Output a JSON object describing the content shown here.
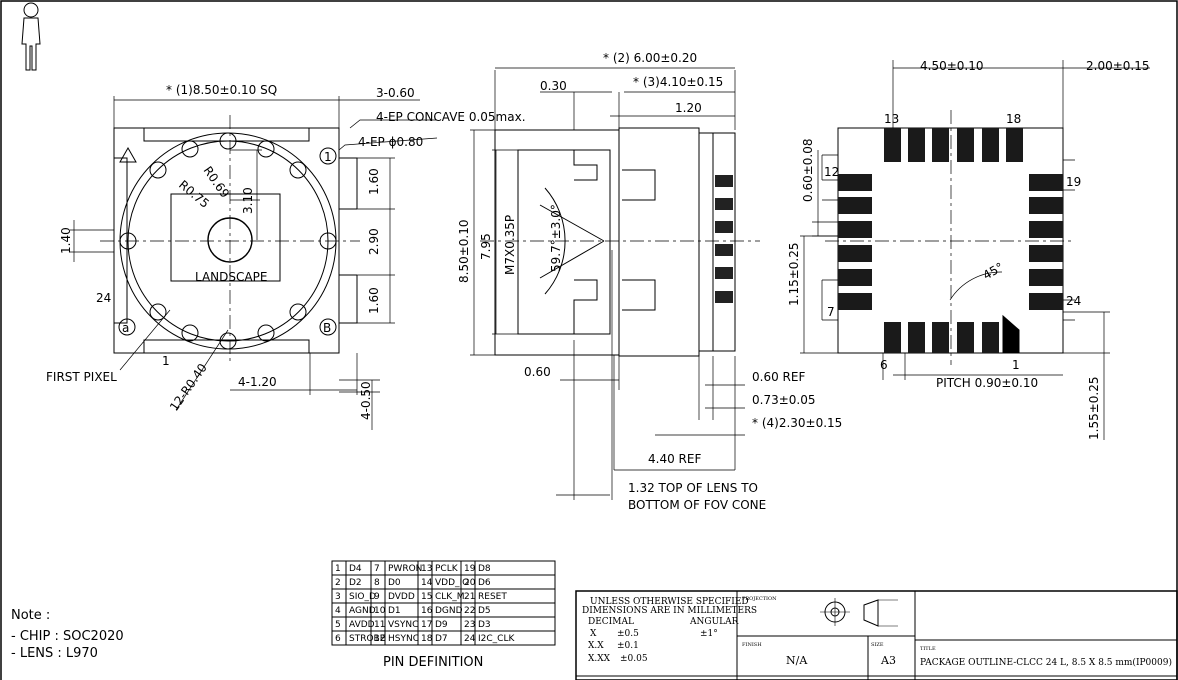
{
  "front_view": {
    "size_sq": "* (1)8.50±0.10 SQ",
    "ep_small": "3-0.60",
    "ep_concave": "4-EP CONCAVE 0.05max.",
    "ep_dia": "4-EP ϕ0.80",
    "r069": "R0.69",
    "r075": "R0.75",
    "d310": "3.10",
    "d160a": "1.60",
    "d290": "2.90",
    "d160b": "1.60",
    "d140": "1.40",
    "landscape": "LANDSCAPE",
    "label24": "24",
    "label1": "1",
    "first_pixel": "FIRST PIXEL",
    "r040": "12-R0.40",
    "d120": "4-1.20",
    "d050": "4-0.50",
    "mark_1": "1",
    "mark_a": "a",
    "mark_b": "B"
  },
  "side_view": {
    "d600": "* (2) 6.00±0.20",
    "d030": "0.30",
    "d410": "* (3)4.10±0.15",
    "d120": "1.20",
    "d850": "8.50±0.10",
    "d795": "7.95",
    "thread": "M7X0.35P",
    "fov": "59.7°±3.0°",
    "d060": "0.60",
    "d060ref": "0.60 REF",
    "d073": "0.73±0.05",
    "d230": "* (4)2.30±0.15",
    "d440": "4.40 REF",
    "top_lens_1": "1.32 TOP OF LENS TO",
    "top_lens_2": "BOTTOM OF FOV CONE"
  },
  "bottom_view": {
    "d450": "4.50±0.10",
    "d200": "2.00±0.15",
    "pin13": "13",
    "pin18": "18",
    "pin12": "12",
    "pin19": "19",
    "pin7": "7",
    "pin24": "24",
    "pin6": "6",
    "pin1": "1",
    "d060": "0.60±0.08",
    "d115": "1.15±0.25",
    "angle": "45°",
    "pitch": "PITCH 0.90±0.10",
    "d155": "1.55±0.25"
  },
  "pin_table": {
    "rows": [
      [
        "1",
        "D4",
        "7",
        "PWRON",
        "13",
        "PCLK",
        "19",
        "D8"
      ],
      [
        "2",
        "D2",
        "8",
        "D0",
        "14",
        "VDD_IO",
        "20",
        "D6"
      ],
      [
        "3",
        "SIO_D",
        "9",
        "DVDD",
        "15",
        "CLK_M",
        "21",
        "RESET"
      ],
      [
        "4",
        "AGND",
        "10",
        "D1",
        "16",
        "DGND",
        "22",
        "D5"
      ],
      [
        "5",
        "AVDD",
        "11",
        "VSYNC",
        "17",
        "D9",
        "23",
        "D3"
      ],
      [
        "6",
        "STROBE",
        "12",
        "HSYNC",
        "18",
        "D7",
        "24",
        "I2C_CLK"
      ]
    ],
    "caption": "PIN DEFINITION"
  },
  "notes": {
    "title": "Note :",
    "chip": "- CHIP : SOC2020",
    "lens": "- LENS : L970"
  },
  "title_block": {
    "tol1": "UNLESS OTHERWISE SPECIFIED",
    "tol2": "DIMENSIONS ARE IN MILLIMETERS",
    "decimal": "DECIMAL",
    "angular": "ANGULAR",
    "x": "X",
    "x_val": "±0.5",
    "ang_val": "±1°",
    "xx": "X.X",
    "xx_val": "±0.1",
    "xxx": "X.XX",
    "xxx_val": "±0.05",
    "projection": "PROJECTION",
    "finish_label": "FINISH",
    "finish": "N/A",
    "size_label": "SIZE",
    "size": "A3",
    "title_label": "TITLE",
    "title": "PACKAGE OUTLINE-CLCC 24 L, 8.5 X 8.5 mm(IP0009)"
  }
}
